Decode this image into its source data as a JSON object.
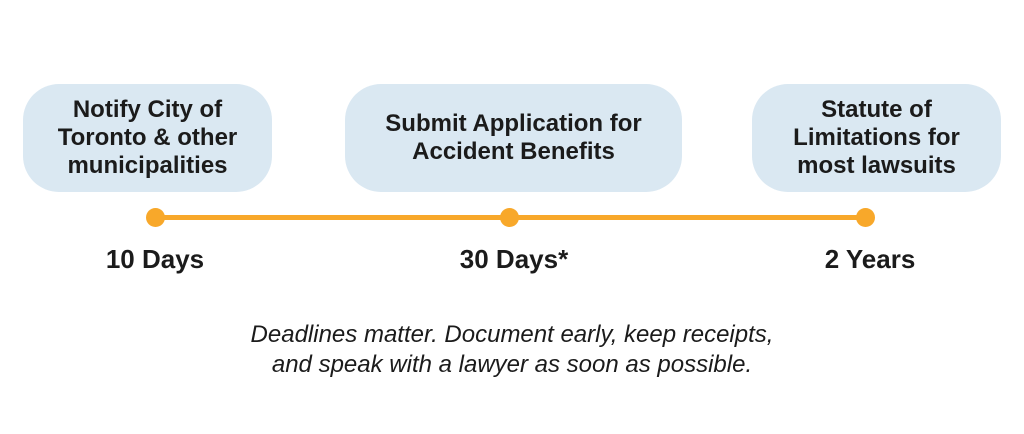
{
  "colors": {
    "background": "#ffffff",
    "bubble_bg": "#dae8f2",
    "accent": "#f8a82a",
    "text": "#1b1b1b"
  },
  "timeline": {
    "milestones": [
      {
        "title": "Notify City of\nToronto & other\nmunicipalities",
        "deadline": "10 Days"
      },
      {
        "title": "Submit Application for\nAccident Benefits",
        "deadline": "30 Days*"
      },
      {
        "title": "Statute of\nLimitations for\nmost lawsuits",
        "deadline": "2 Years"
      }
    ]
  },
  "footnote": {
    "text": "Deadlines matter. Document early, keep receipts,\nand speak with a lawyer as soon as possible."
  }
}
